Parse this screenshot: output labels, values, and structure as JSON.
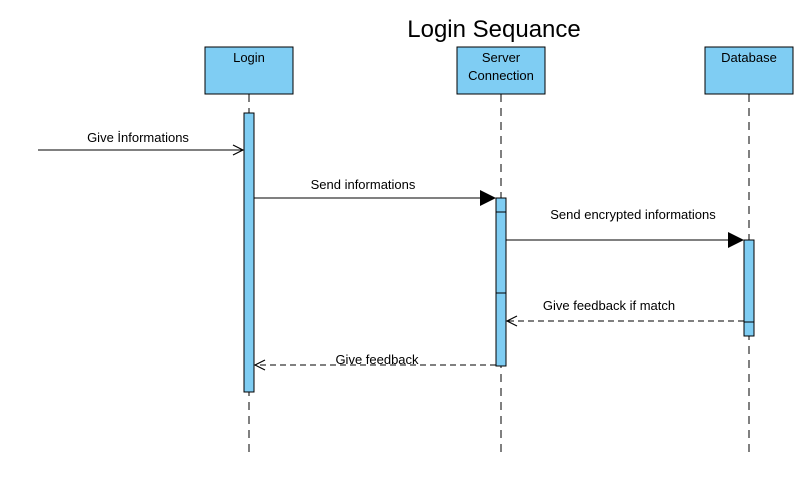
{
  "diagram": {
    "title": "Login Sequance",
    "colors": {
      "box_fill": "#7fcdf3",
      "stroke": "#000000"
    },
    "participants": [
      {
        "label": "Login"
      },
      {
        "label_lines": [
          "Server",
          "Connection"
        ]
      },
      {
        "label": "Database"
      }
    ],
    "messages": [
      {
        "label": "Give İnformations",
        "style": "open-arrow"
      },
      {
        "label": "Send informations",
        "style": "filled-arrow"
      },
      {
        "label": "Send encrypted informations",
        "style": "filled-arrow"
      },
      {
        "label": "Give feedback if match",
        "style": "dashed-open-arrow"
      },
      {
        "label": "Give feedback",
        "style": "dashed-open-arrow"
      }
    ]
  }
}
